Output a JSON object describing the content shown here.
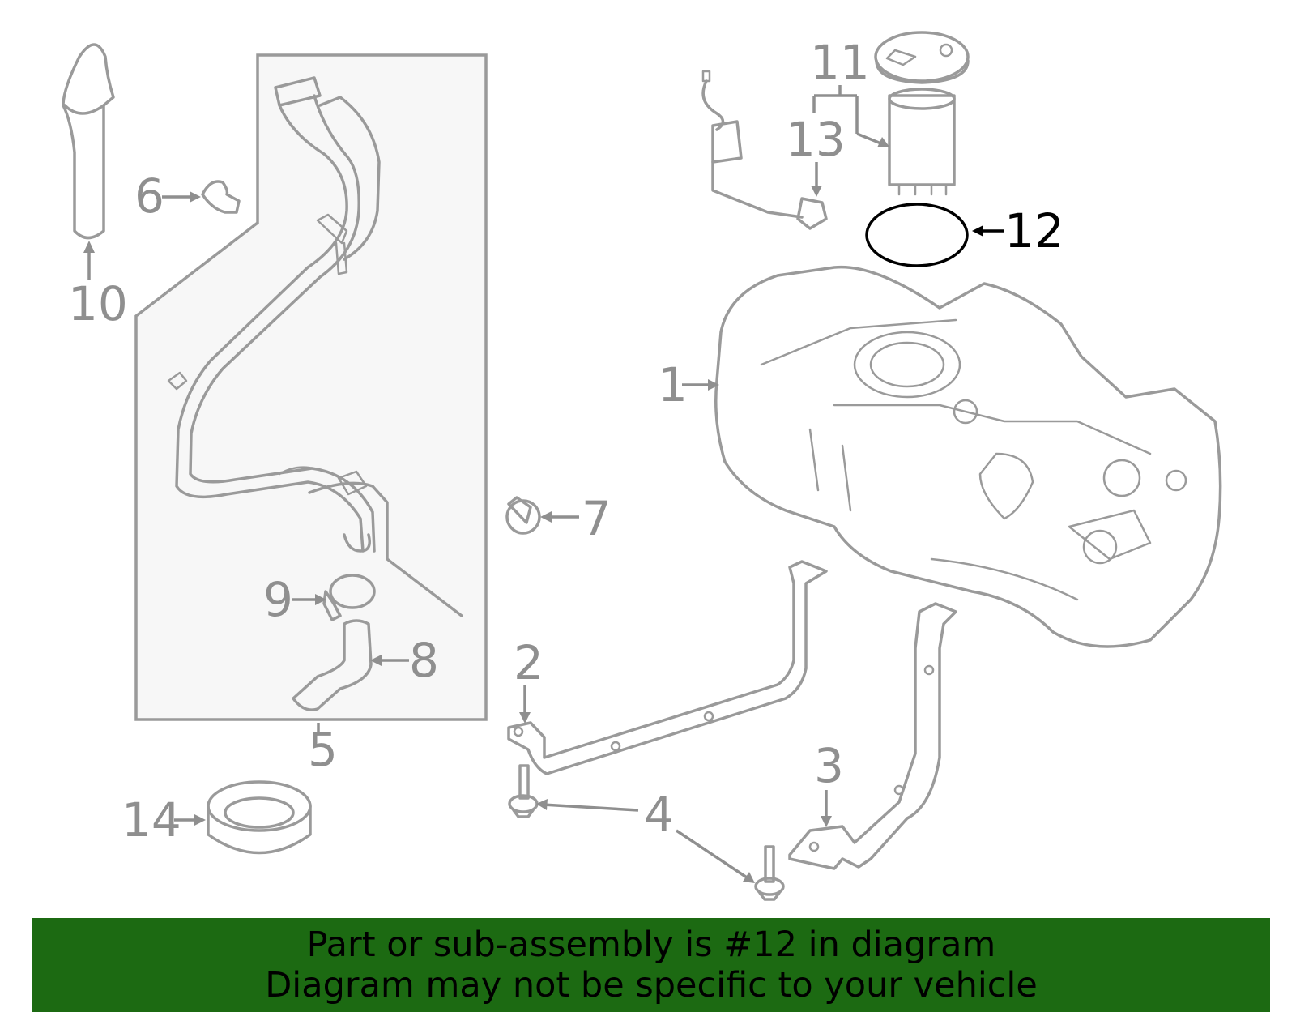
{
  "diagram": {
    "highlighted_part": "12",
    "highlight_color": "#000000",
    "part_line_color": "#9a9a9a",
    "callouts": [
      {
        "id": "1",
        "text": "1"
      },
      {
        "id": "2",
        "text": "2"
      },
      {
        "id": "3",
        "text": "3"
      },
      {
        "id": "4",
        "text": "4"
      },
      {
        "id": "5",
        "text": "5"
      },
      {
        "id": "6",
        "text": "6"
      },
      {
        "id": "7",
        "text": "7"
      },
      {
        "id": "8",
        "text": "8"
      },
      {
        "id": "9",
        "text": "9"
      },
      {
        "id": "10",
        "text": "10"
      },
      {
        "id": "11",
        "text": "11"
      },
      {
        "id": "12",
        "text": "12"
      },
      {
        "id": "13",
        "text": "13"
      },
      {
        "id": "14",
        "text": "14"
      }
    ]
  },
  "banner": {
    "background_color": "#1c6a12",
    "line1": "Part or sub-assembly is #12 in diagram",
    "line2": "Diagram may not be specific to your vehicle"
  }
}
